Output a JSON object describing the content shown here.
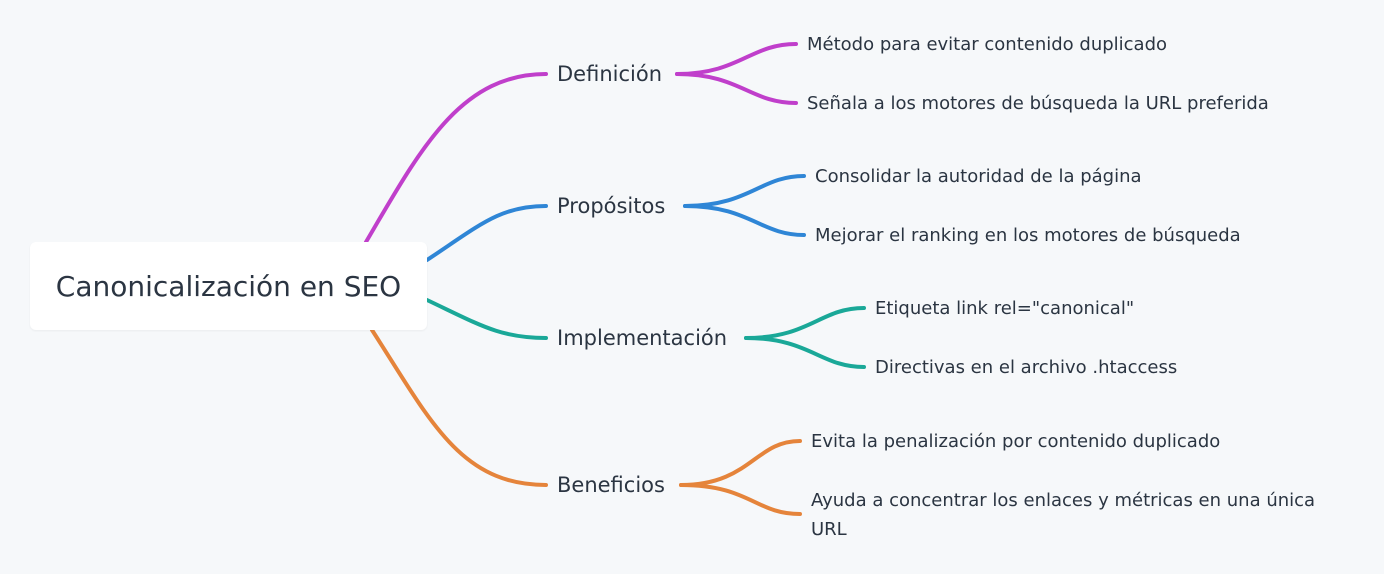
{
  "root": {
    "label": "Canonicalización en SEO"
  },
  "branches": [
    {
      "label": "Definición",
      "color": "#c03fcb",
      "children": [
        "Método para evitar contenido duplicado",
        "Señala a los motores de búsqueda la URL preferida"
      ]
    },
    {
      "label": "Propósitos",
      "color": "#2f86d6",
      "children": [
        "Consolidar la autoridad de la página",
        "Mejorar el ranking en los motores de búsqueda"
      ]
    },
    {
      "label": "Implementación",
      "color": "#1aa898",
      "children": [
        "Etiqueta link rel=\"canonical\"",
        "Directivas en el archivo .htaccess"
      ]
    },
    {
      "label": "Beneficios",
      "color": "#e5843b",
      "children": [
        "Evita la penalización por contenido duplicado",
        "Ayuda a concentrar los enlaces y métricas en una única URL"
      ]
    }
  ]
}
